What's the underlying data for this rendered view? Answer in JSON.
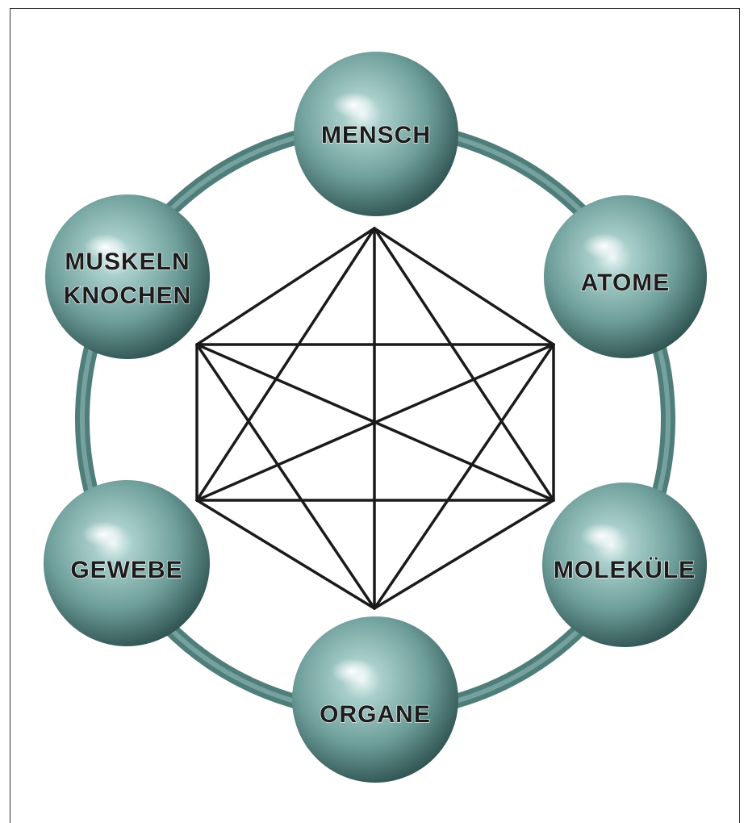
{
  "colors": {
    "ring": "#5f8d8a",
    "sphere_light": "#d8ecea",
    "sphere_mid": "#7aa9a5",
    "sphere_dark": "#274a48",
    "lines": "#1a1a1a"
  },
  "nodes": [
    {
      "id": "mensch",
      "lines": [
        "MENSCH"
      ]
    },
    {
      "id": "atome",
      "lines": [
        "ATOME"
      ]
    },
    {
      "id": "molekuele",
      "lines": [
        "MOLEKÜLE"
      ]
    },
    {
      "id": "organe",
      "lines": [
        "ORGANE"
      ]
    },
    {
      "id": "gewebe",
      "lines": [
        "GEWEBE"
      ]
    },
    {
      "id": "muskeln-knochen",
      "lines": [
        "MUSKELN",
        "KNOCHEN"
      ]
    }
  ]
}
